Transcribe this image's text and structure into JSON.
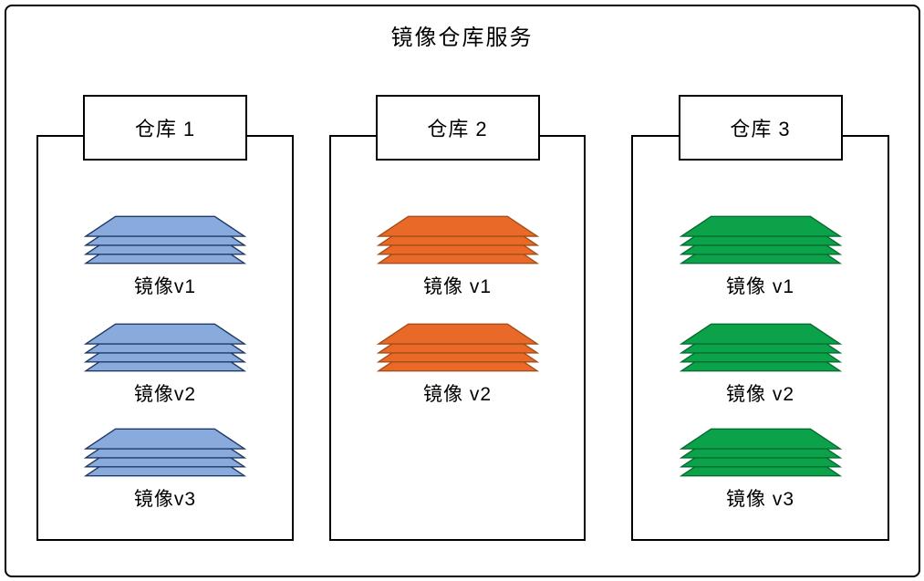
{
  "title": "镜像仓库服务",
  "layers_per_image_stack": 4,
  "repositories": [
    {
      "name": "仓库 1",
      "stack_fill": "#88AADC",
      "stack_stroke": "#1F3864",
      "images": [
        {
          "label": "镜像v1"
        },
        {
          "label": "镜像v2"
        },
        {
          "label": "镜像v3"
        }
      ]
    },
    {
      "name": "仓库 2",
      "stack_fill": "#E96A28",
      "stack_stroke": "#A34D17",
      "images": [
        {
          "label": "镜像 v1"
        },
        {
          "label": "镜像 v2"
        }
      ]
    },
    {
      "name": "仓库 3",
      "stack_fill": "#0CA24A",
      "stack_stroke": "#066B31",
      "images": [
        {
          "label": "镜像 v1"
        },
        {
          "label": "镜像 v2"
        },
        {
          "label": "镜像 v3"
        }
      ]
    }
  ]
}
